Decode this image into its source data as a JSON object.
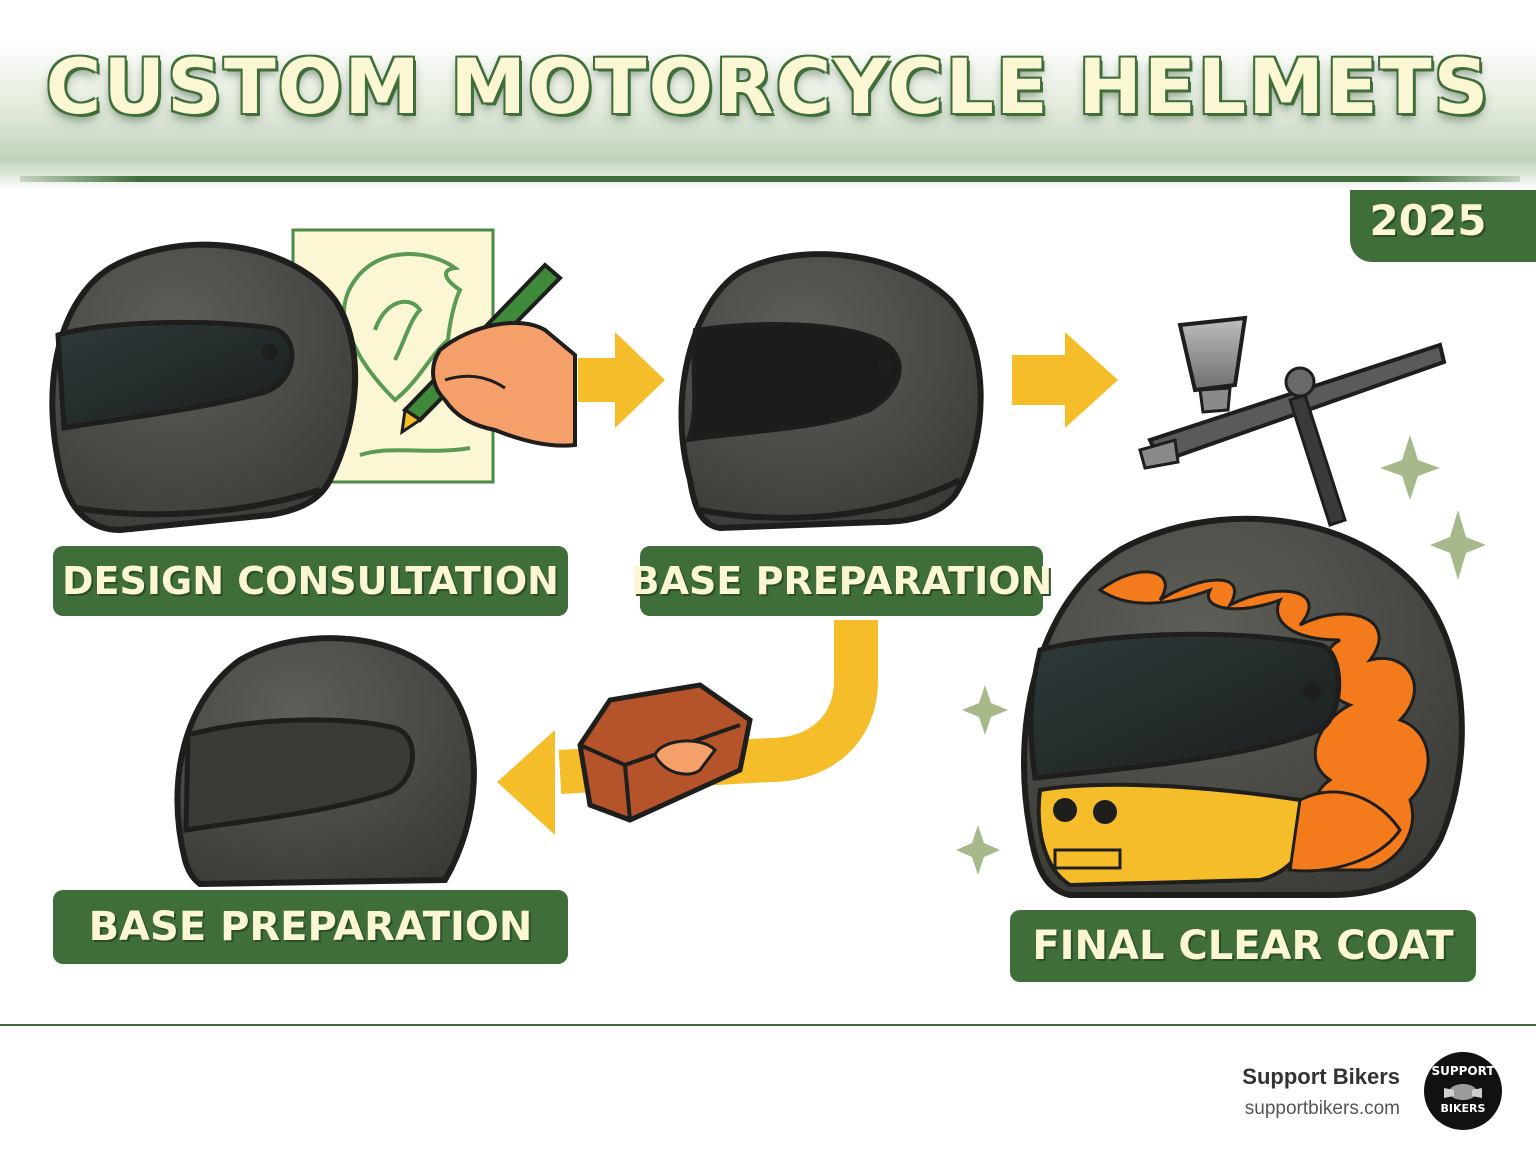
{
  "header": {
    "title": "CUSTOM MOTORCYCLE HELMETS",
    "year": "2025"
  },
  "steps": [
    {
      "label": "DESIGN CONSULTATION"
    },
    {
      "label": "BASE PREPARATION"
    },
    {
      "label": "BASE PREPARATION"
    },
    {
      "label": "FINAL CLEAR COAT"
    }
  ],
  "footer": {
    "brand": "Support Bikers",
    "url": "supportbikers.com",
    "logo_top": "SUPPORT",
    "logo_bottom": "BIKERS"
  },
  "colors": {
    "brand_green": "#3f6e3a",
    "label_text": "#fbf7d4",
    "arrow_yellow": "#f6bd2a",
    "helmet_dark": "#4a4a46",
    "flame_orange": "#f47b1c"
  },
  "icons": [
    "helmet-icon",
    "sketch-paper-icon",
    "pencil-icon",
    "hand-icon",
    "arrow-right-icon",
    "arrow-curved-icon",
    "sanding-block-icon",
    "airbrush-icon",
    "sparkle-icon",
    "skull-flame-helmet-icon",
    "motorcycle-logo"
  ]
}
